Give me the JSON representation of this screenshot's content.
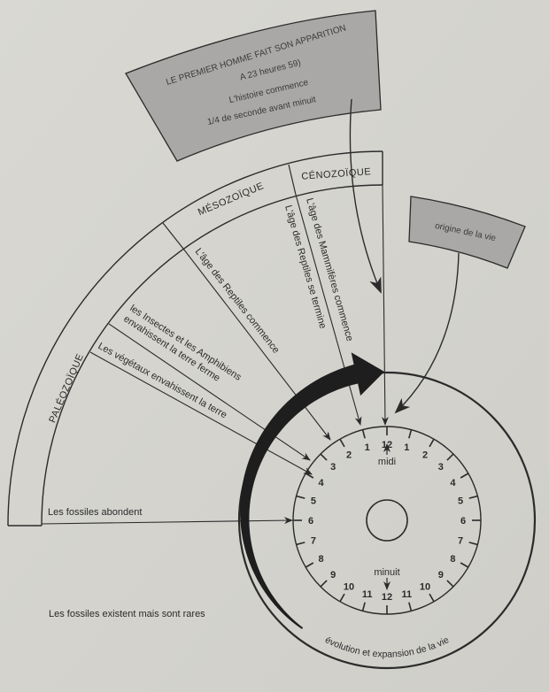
{
  "top_box": {
    "lines": [
      "LE PREMIER HOMME FAIT SON APPARITION",
      "A 23 heures 59)",
      "L'histoire commence",
      "1/4 de seconde avant minuit"
    ]
  },
  "origin_box": {
    "label": "origine de la vie"
  },
  "eras": {
    "cenozoic": "CÉNOZOÏQUE",
    "mesozoic": "MÉSOZOÏQUE",
    "paleozoic": "PALÉOZOÏQUE"
  },
  "events": {
    "mammals_begin": "L'âge des Mammifères commence",
    "reptiles_end": "L'âge des Reptiles se termine",
    "reptiles_begin": "L'âge des Reptiles commence",
    "insects_line1": "les Insectes et les Amphibiens",
    "insects_line2": "envahissent la terre ferme",
    "plants": "Les végétaux envahissent la terre",
    "fossils_abound": "Les fossiles abondent",
    "fossils_rare": "Les fossiles existent mais sont rares"
  },
  "clock": {
    "noon_label": "midi",
    "midnight_label": "minuit",
    "hour_labels": [
      "12",
      "1",
      "2",
      "3",
      "4",
      "5",
      "6",
      "7",
      "8",
      "9",
      "10",
      "11",
      "12",
      "11",
      "10",
      "9",
      "8",
      "7",
      "6",
      "5",
      "4",
      "3",
      "2",
      "1"
    ],
    "ring_caption": "évolution et expansion de la vie"
  },
  "colors": {
    "ink": "#2b2b2b",
    "paper": "#d6d5d0",
    "box_fill": "#a9a8a6"
  }
}
